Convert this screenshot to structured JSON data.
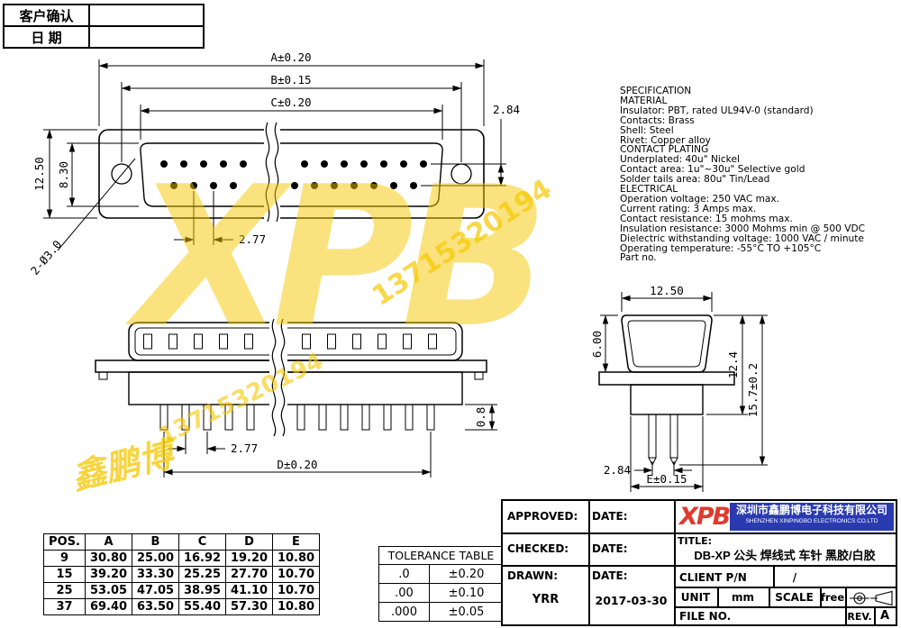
{
  "colors": {
    "brand_blue": "#2a3ab0",
    "logo_red": "#e03a2f",
    "watermark_yellow": "#f6c800"
  },
  "confirm_table": {
    "row1_label": "客户确认",
    "row2_label": "日  期"
  },
  "spec": {
    "text": "SPECIFICATION\nMATERIAL\nInsulator: PBT, rated UL94V-0 (standard)\nContacts: Brass\nShell: Steel\nRivet: Copper alloy\nCONTACT PLATING\nUnderplated: 40u\" Nickel\nContact area: 1u\"~30u\" Selective gold\nSolder tails area: 80u\" Tin/Lead\nELECTRICAL\nOperation voltage: 250 VAC max.\nCurrent rating: 3 Amps max.\nContact resistance: 15 mohms max.\nInsulation resistance: 3000 Mohms min @ 500 VDC\nDielectric withstanding voltage: 1000 VAC / minute\nOperating temperature: -55°C TO +105°C\nPart no."
  },
  "front_view": {
    "dim_a": "A±0.20",
    "dim_b": "B±0.15",
    "dim_c": "C±0.20",
    "dim_row": "2.84",
    "dim_height": "12.50",
    "dim_shell": "8.30",
    "dim_pitch": "2.77",
    "dim_hole": "2-Ø3.0"
  },
  "side_view": {
    "dim_pin_len": "0.8",
    "dim_pitch": "2.77",
    "dim_d": "D±0.20"
  },
  "end_view": {
    "dim_width": "12.50",
    "dim_shell_h": "6.00",
    "dim_h1": "12.4",
    "dim_h2": "15.7±0.2",
    "dim_row": "2.84",
    "dim_e": "E±0.15"
  },
  "pos_table": {
    "headers": [
      "POS.",
      "A",
      "B",
      "C",
      "D",
      "E"
    ],
    "rows": [
      [
        "9",
        "30.80",
        "25.00",
        "16.92",
        "19.20",
        "10.80"
      ],
      [
        "15",
        "39.20",
        "33.30",
        "25.25",
        "27.70",
        "10.70"
      ],
      [
        "25",
        "53.05",
        "47.05",
        "38.95",
        "41.10",
        "10.70"
      ],
      [
        "37",
        "69.40",
        "63.50",
        "55.40",
        "57.30",
        "10.80"
      ]
    ]
  },
  "tolerance_table": {
    "title": "TOLERANCE  TABLE",
    "rows": [
      [
        ".0",
        "±0.20"
      ],
      [
        ".00",
        "±0.10"
      ],
      [
        ".000",
        "±0.05"
      ]
    ]
  },
  "title_block": {
    "approved_label": "APPROVED:",
    "date_label1": "DATE:",
    "checked_label": "CHECKED:",
    "date_label2": "DATE:",
    "drawn_label": "DRAWN:",
    "drawn_value": "YRR",
    "date_label3": "DATE:",
    "date_value": "2017-03-30",
    "logo": "XPB",
    "company_cn": "深圳市鑫鹏博电子科技有限公司",
    "company_en": "SHENZHEN XINPINGBO ELECTRONICS CO.LTD",
    "title_label": "TITLE:",
    "title_value": "DB-XP 公头 焊线式 车针 黑胶/白胶",
    "client_label": "CLIENT P/N",
    "client_value": "/",
    "unit_label": "UNIT",
    "unit_value": "mm",
    "scale_label": "SCALE",
    "scale_value": "free",
    "file_label": "FILE NO.",
    "rev_label": "REV.",
    "rev_value": "A"
  },
  "watermark": {
    "logo": "XPB",
    "name": "鑫鹏博",
    "phone": "13715320194"
  }
}
